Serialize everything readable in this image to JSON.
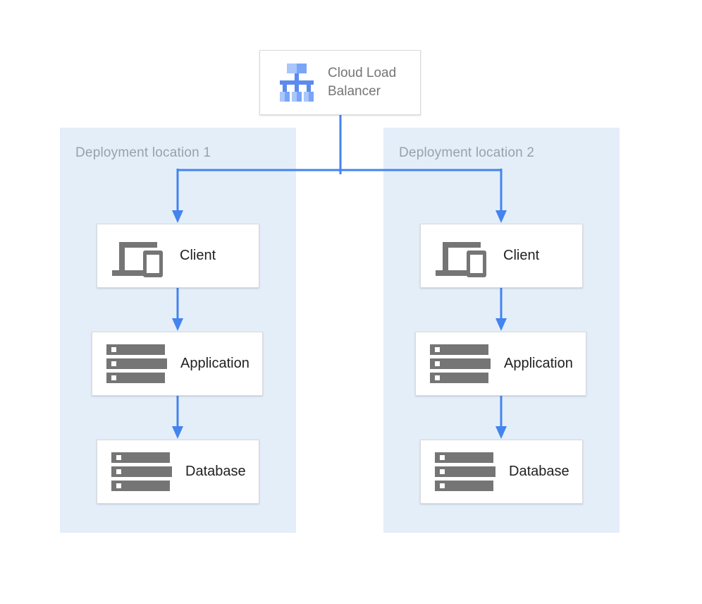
{
  "diagram": {
    "load_balancer": {
      "label": "Cloud Load Balancer"
    },
    "locations": [
      {
        "title": "Deployment location 1",
        "nodes": [
          {
            "label": "Client"
          },
          {
            "label": "Application"
          },
          {
            "label": "Database"
          }
        ]
      },
      {
        "title": "Deployment location 2",
        "nodes": [
          {
            "label": "Client"
          },
          {
            "label": "Application"
          },
          {
            "label": "Database"
          }
        ]
      }
    ]
  },
  "icons": {
    "load_balancer": "load-balancer-icon",
    "client": "client-devices-icon",
    "application": "server-stack-icon",
    "database": "server-stack-icon"
  },
  "colors": {
    "page_background": "#ffffff",
    "panel_background": "#e4eef9",
    "node_background": "#ffffff",
    "node_border": "#d8dadc",
    "arrow_blue": "#4384ee",
    "icon_gray": "#757575",
    "node_label_dark": "#212124",
    "lb_label_gray": "#757575",
    "panel_label_gray": "#99a1a8",
    "lb_icon_light_blue": "#a9c7fb",
    "lb_icon_mid_blue": "#79a5f8",
    "lb_icon_dark_blue": "#5c8aee"
  }
}
